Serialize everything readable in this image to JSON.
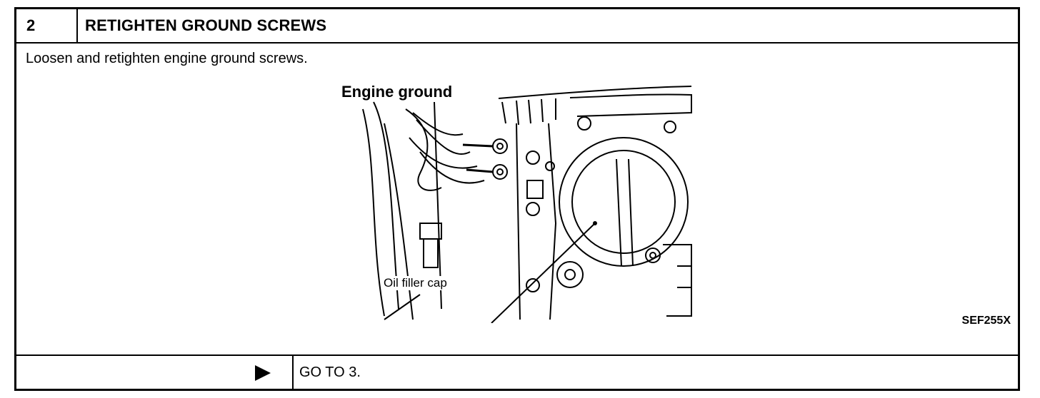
{
  "step": {
    "number": "2",
    "title": "RETIGHTEN GROUND SCREWS",
    "instruction": "Loosen and retighten engine ground screws."
  },
  "figure": {
    "label_engine_ground": "Engine ground",
    "label_oil_filler_cap": "Oil filler cap",
    "reference_code": "SEF255X"
  },
  "result": {
    "arrow_icon": "play-arrow-icon",
    "next_action": "GO TO 3."
  }
}
